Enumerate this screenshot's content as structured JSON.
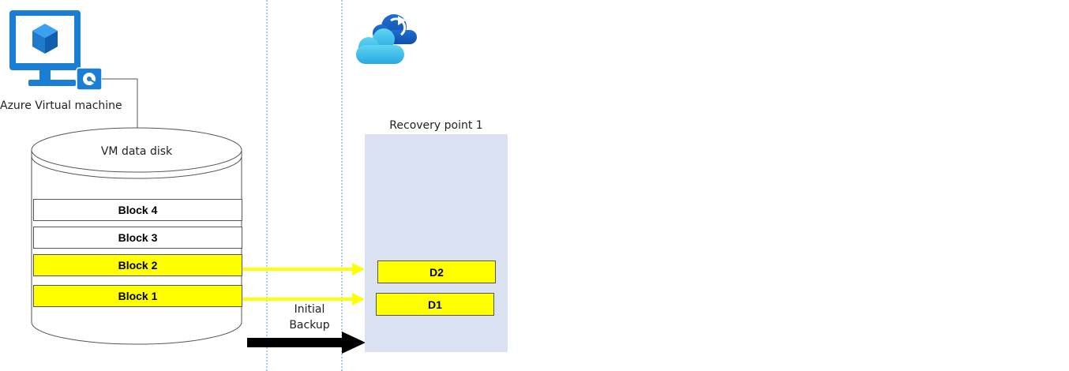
{
  "vm": {
    "label": "Azure Virtual machine",
    "icon": "azure-vm-icon"
  },
  "disk": {
    "label": "VM data disk",
    "blocks": [
      {
        "label": "Block 4",
        "highlighted": false
      },
      {
        "label": "Block 3",
        "highlighted": false
      },
      {
        "label": "Block 2",
        "highlighted": true
      },
      {
        "label": "Block 1",
        "highlighted": true
      }
    ]
  },
  "vault": {
    "icon": "azure-backup-cloud-icon"
  },
  "recovery_point": {
    "label": "Recovery point 1",
    "items": [
      {
        "label": "D2"
      },
      {
        "label": "D1"
      }
    ]
  },
  "backup": {
    "line1": "Initial",
    "line2": "Backup"
  },
  "colors": {
    "highlight": "#ffff00",
    "panel": "#dae1f0",
    "divider": "#5b9bd5",
    "vm_blue": "#1a7fd4",
    "arrow": "#000000"
  }
}
